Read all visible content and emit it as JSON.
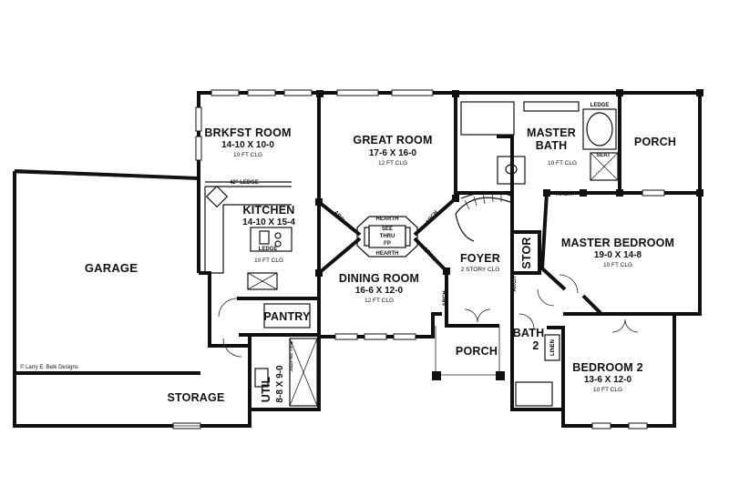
{
  "plan": {
    "credit": "© Larry E. Belk Designs",
    "rooms": {
      "brkfst": {
        "name": "BRKFST ROOM",
        "dims": "14-10 X 10-0",
        "ceiling": "10 FT CLG"
      },
      "great": {
        "name": "GREAT ROOM",
        "dims": "17-6 X 16-0",
        "ceiling": "12 FT CLG"
      },
      "kitchen": {
        "name": "KITCHEN",
        "dims": "14-10 X 15-4",
        "ceiling": "10 FT CLG"
      },
      "garage": {
        "name": "GARAGE"
      },
      "dining": {
        "name": "DINING ROOM",
        "dims": "16-6 X 12-0",
        "ceiling": "12 FT CLG"
      },
      "foyer": {
        "name": "FOYER",
        "ceiling": "2 STORY CLG"
      },
      "master_bath": {
        "name_line1": "MASTER",
        "name_line2": "BATH",
        "ceiling": "10 FT CLG"
      },
      "porch_top": {
        "name": "PORCH"
      },
      "master_bed": {
        "name": "MASTER BEDROOM",
        "dims": "19-0 X 14-8",
        "ceiling": "10 FT CLG"
      },
      "pantry": {
        "name": "PANTRY"
      },
      "porch_front": {
        "name": "PORCH"
      },
      "bath2": {
        "name_line1": "BATH",
        "name_line2": "2"
      },
      "bedroom2": {
        "name": "BEDROOM 2",
        "dims": "13-6 X 12-0",
        "ceiling": "10 FT CLG"
      },
      "storage": {
        "name": "STORAGE"
      },
      "util": {
        "name": "UTIL",
        "dims": "8-8 X 9-0"
      },
      "stor": {
        "name": "STOR"
      }
    },
    "fixtures": {
      "ledge_42": "42\" LEDGE",
      "ledge_kitchen": "LEDGE",
      "ledge_bath": "LEDGE",
      "seat": "SEAT",
      "linen": "LINEN",
      "arch": "ARCH",
      "hearth": "HEARTH",
      "see": "SEE",
      "thru": "THRU",
      "fp": "FP",
      "pull_down_attic": "PULL DN ATTIC"
    }
  }
}
